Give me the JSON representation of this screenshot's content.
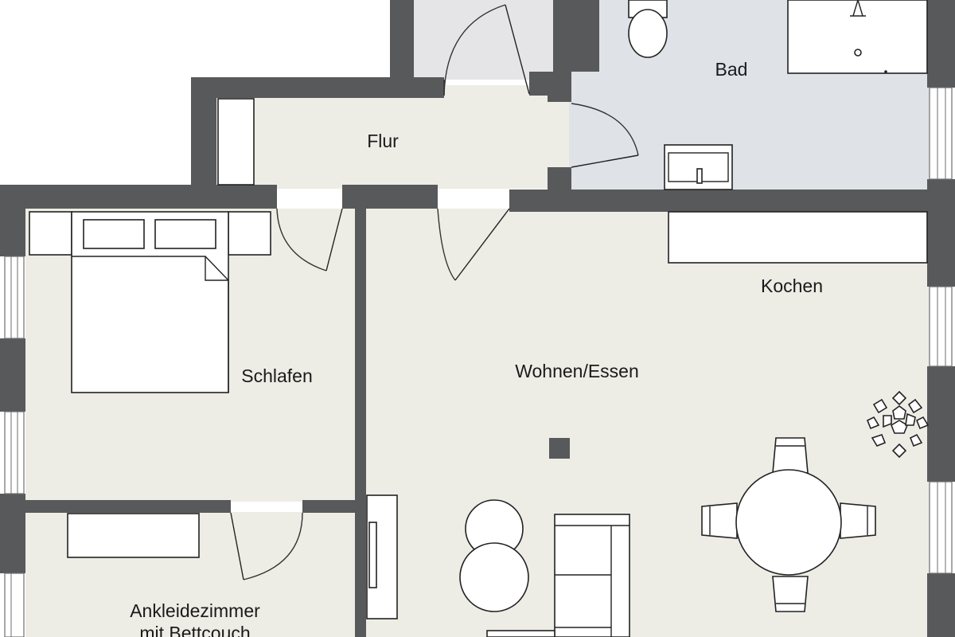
{
  "floorplan": {
    "rooms": {
      "bad": "Bad",
      "flur": "Flur",
      "kochen": "Kochen",
      "schlafen": "Schlafen",
      "wohnen": "Wohnen/Essen",
      "ankleide_line1": "Ankleidezimmer",
      "ankleide_line2": "mit Bettcouch"
    },
    "colors": {
      "wall": "#58595b",
      "floor": "#ededE6",
      "bath_floor": "#dfe3e8",
      "stair_floor": "#e5e5e7",
      "furniture_fill": "#ffffff",
      "line": "#222222"
    }
  }
}
